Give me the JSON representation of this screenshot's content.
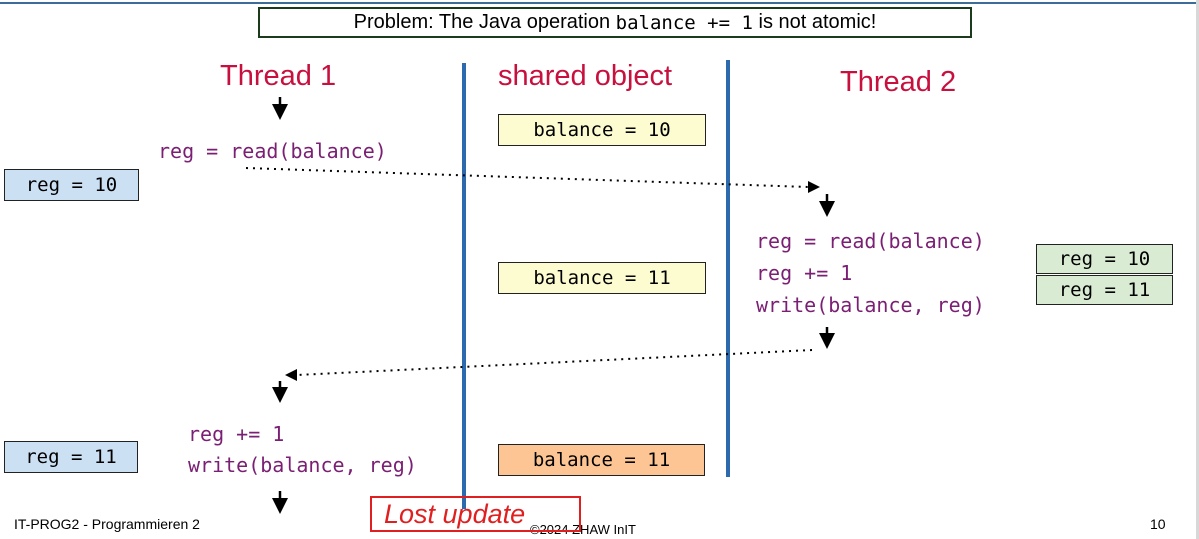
{
  "problem": {
    "prefix": "Problem: The Java operation ",
    "code": "balance += 1",
    "suffix": " is not atomic!"
  },
  "headings": {
    "thread1": "Thread 1",
    "shared": "shared object",
    "thread2": "Thread 2"
  },
  "thread1": {
    "read": "reg = read(balance)",
    "increment": "reg += 1",
    "write": "write(balance, reg)",
    "reg_before": "reg = 10",
    "reg_after": "reg = 11"
  },
  "shared": {
    "initial": "balance = 10",
    "after_thread2": "balance = 11",
    "after_thread1": "balance = 11"
  },
  "thread2": {
    "read": "reg = read(balance)",
    "increment": "reg += 1",
    "write": "write(balance, reg)",
    "reg_before": "reg = 10",
    "reg_after": "reg = 11"
  },
  "annotation": "Lost update",
  "footer": {
    "course": "IT-PROG2 - Programmieren 2",
    "copyright": "©2024 ZHAW InIT",
    "page": "10"
  },
  "colors": {
    "heading": "#c8103e",
    "code": "#7a1f73",
    "divider": "#2c6aad",
    "lost_update": "#e02020"
  }
}
